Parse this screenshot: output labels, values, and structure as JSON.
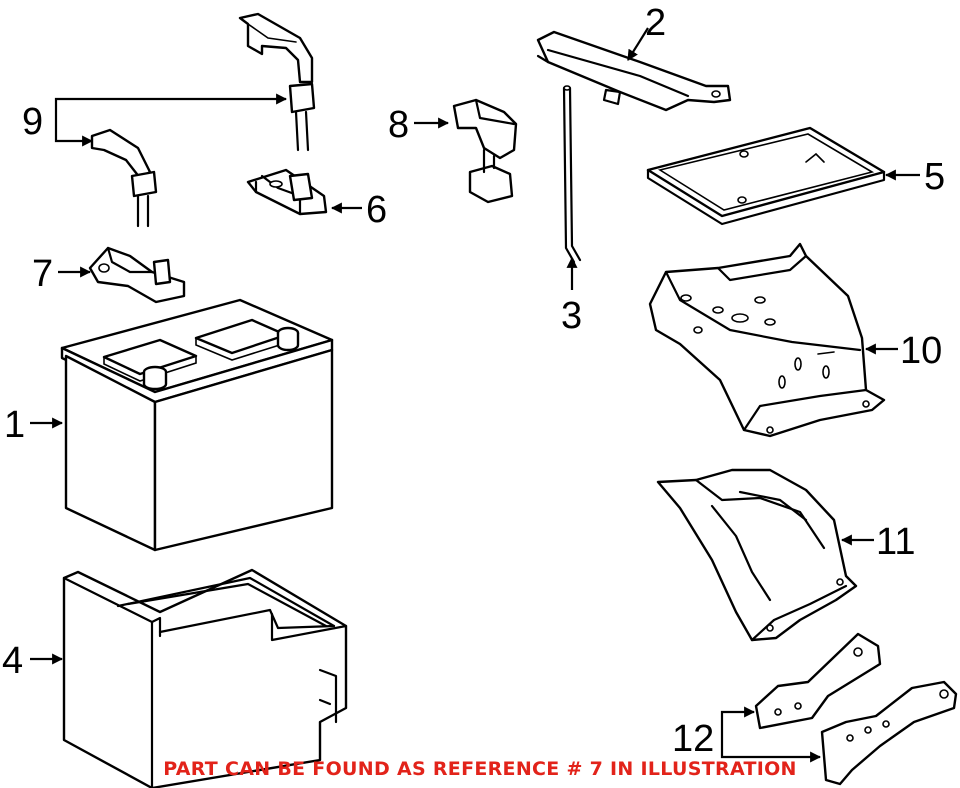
{
  "footer_note": "PART CAN BE FOUND AS REFERENCE # 7 IN ILLUSTRATION",
  "accent_color": "#e2231a",
  "callouts": {
    "c1": "1",
    "c2": "2",
    "c3": "3",
    "c4": "4",
    "c5": "5",
    "c6": "6",
    "c7": "7",
    "c8": "8",
    "c9": "9",
    "c10": "10",
    "c11": "11",
    "c12": "12"
  }
}
